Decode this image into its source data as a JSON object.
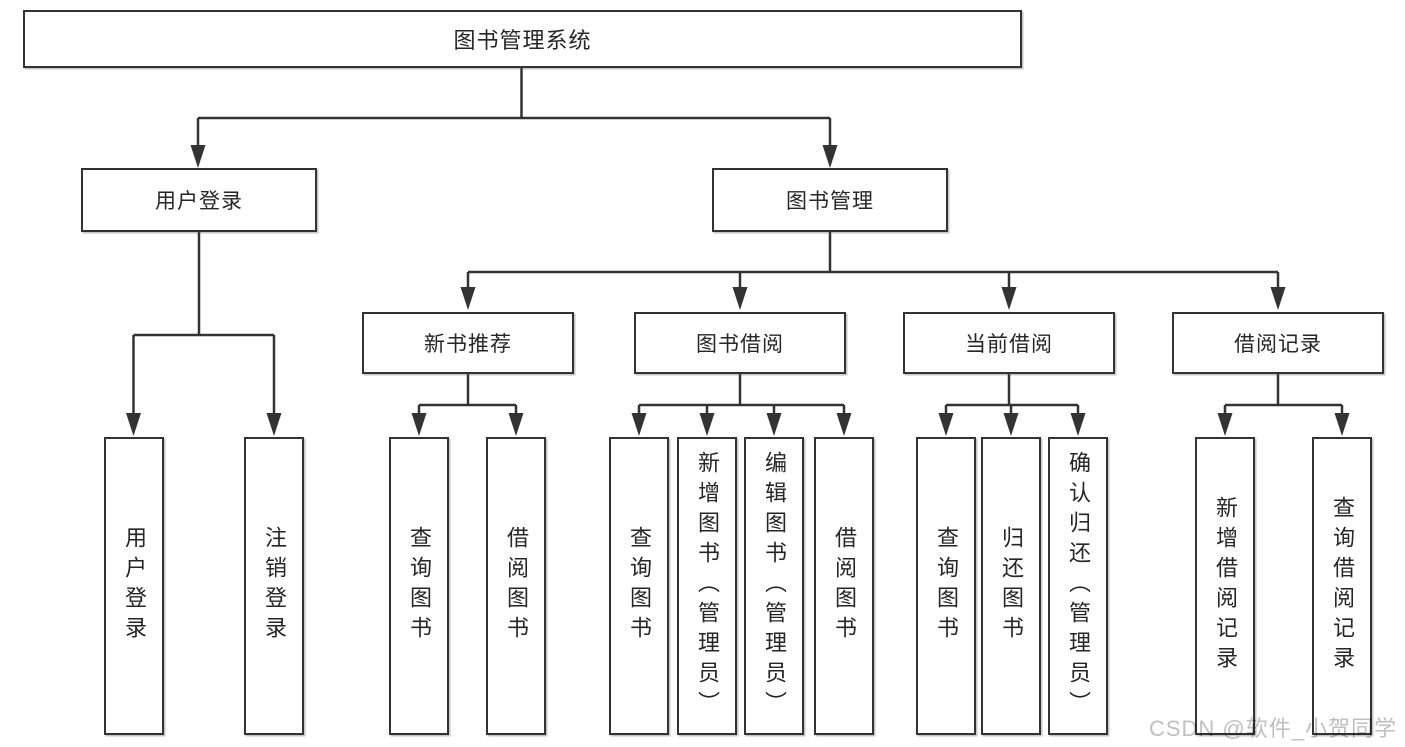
{
  "diagram": {
    "type": "hierarchy-diagram",
    "colors": {
      "line": "#333333",
      "box_border": "#333333",
      "box_fill": "#ffffff",
      "text": "#262626",
      "background": "#ffffff",
      "watermark": "#bfbfbf"
    }
  },
  "tree": {
    "label": "图书管理系统",
    "children": [
      {
        "label": "用户登录",
        "children": [
          {
            "label": "用户登录"
          },
          {
            "label": "注销登录"
          }
        ]
      },
      {
        "label": "图书管理",
        "children": [
          {
            "label": "新书推荐",
            "children": [
              {
                "label": "查询图书"
              },
              {
                "label": "借阅图书"
              }
            ]
          },
          {
            "label": "图书借阅",
            "children": [
              {
                "label": "查询图书"
              },
              {
                "label": "新增图书（管理员）"
              },
              {
                "label": "编辑图书（管理员）"
              },
              {
                "label": "借阅图书"
              }
            ]
          },
          {
            "label": "当前借阅",
            "children": [
              {
                "label": "查询图书"
              },
              {
                "label": "归还图书"
              },
              {
                "label": "确认归还（管理员）"
              }
            ]
          },
          {
            "label": "借阅记录",
            "children": [
              {
                "label": "新增借阅记录"
              },
              {
                "label": "查询借阅记录"
              }
            ]
          }
        ]
      }
    ]
  },
  "watermark": {
    "text": "CSDN @软件_小贺同学"
  }
}
